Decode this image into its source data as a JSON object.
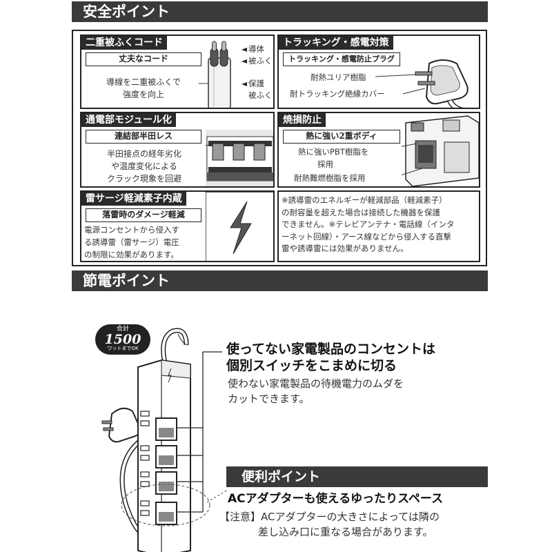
{
  "safety": {
    "header": "安全ポイント",
    "cells": {
      "double_cord": {
        "title": "二重被ふくコード",
        "subtitle": "丈夫なコード",
        "desc_lines": [
          "導線を二重被ふくで",
          "強度を向上"
        ],
        "labels": [
          "導体",
          "被ふく",
          "保護",
          "被ふく"
        ]
      },
      "tracking": {
        "title": "トラッキング・感電対策",
        "subtitle": "トラッキング・感電防止プラグ",
        "labels": [
          "耐熱ユリア樹脂",
          "耐トラッキング絶縁カバー"
        ]
      },
      "module": {
        "title": "通電部モジュール化",
        "subtitle": "連結部半田レス",
        "desc_lines": [
          "半田接点の経年劣化",
          "や温度変化による",
          "クラック現象を回避"
        ]
      },
      "fire": {
        "title": "焼損防止",
        "subtitle": "熱に強い2重ボディ",
        "labels": [
          "熱に強いPBT樹脂を",
          "採用",
          "耐熱難燃樹脂を採用"
        ]
      },
      "surge": {
        "title": "雷サージ軽減素子内蔵",
        "subtitle": "落雷時のダメージ軽減",
        "desc_lines": [
          "電源コンセントから侵入す",
          "る誘導雷（雷サージ）電圧",
          "の制限に効果があります。"
        ]
      },
      "note": {
        "lines": [
          "※誘導雷のエネルギーが軽減部品（軽減素子）",
          "の耐容量を超えた場合は接続した機器を保護",
          "できません。※テレビアンテナ・電話線（インタ",
          "ーネット回線）・アース線などから侵入する直撃",
          "雷や誘導雷には効果がありません。"
        ]
      }
    }
  },
  "saving": {
    "header": "節電ポイント",
    "badge": {
      "small": "合計",
      "big": "1500",
      "sub": "ワットまでOK"
    },
    "point1": {
      "heading_lines": [
        "使ってない家電製品のコンセントは",
        "個別スイッチをこまめに切る"
      ],
      "body_lines": [
        "使わない家電製品の待機電力のムダを",
        "カットできます。"
      ]
    }
  },
  "convenience": {
    "header": "便利ポイント",
    "heading": "ACアダプターも使えるゆったりスペース",
    "body_lines": [
      "【注意】ACアダプターの大きさによっては隣の",
      "差し込み口に重なる場合があります。"
    ]
  },
  "colors": {
    "header_bg": "#3a3a3a",
    "title_bg": "#2a2a2a",
    "text": "#333333"
  },
  "icons": [
    "lightning-bolt-icon",
    "arrow-left-icon",
    "power-strip-illustration",
    "plug-illustration",
    "cable-cross-section-illustration"
  ]
}
